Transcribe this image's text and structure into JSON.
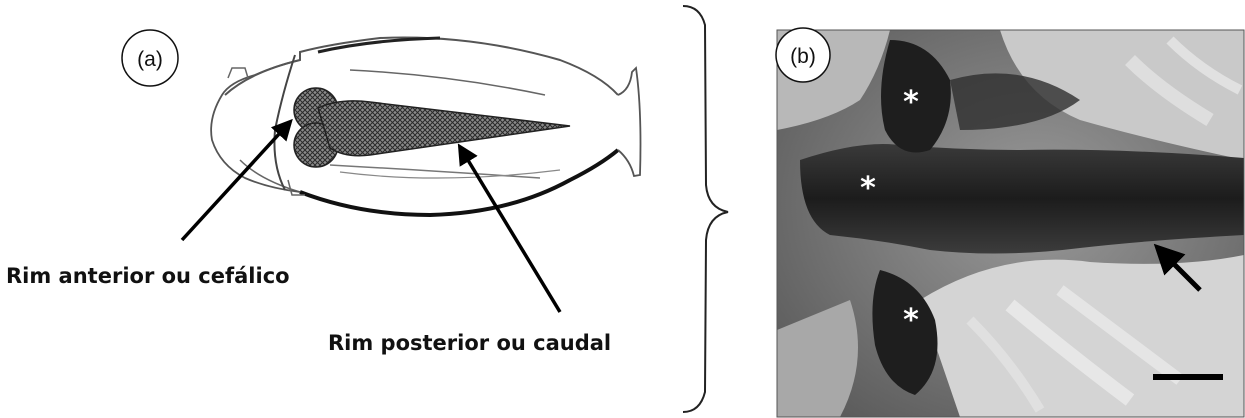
{
  "panel_a": {
    "letter": "(a)",
    "labels": {
      "anterior": "Rim anterior ou cefálico",
      "posterior": "Rim posterior ou caudal"
    }
  },
  "panel_b": {
    "letter": "(b)",
    "asterisks": [
      "*",
      "*",
      "*"
    ]
  }
}
